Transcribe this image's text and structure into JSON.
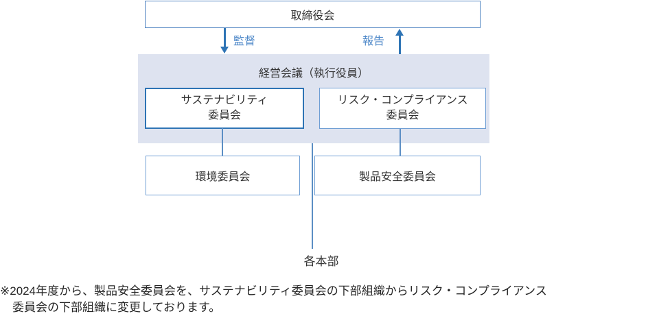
{
  "diagram": {
    "board": {
      "label": "取締役会"
    },
    "flows": {
      "supervision": "監督",
      "report": "報告"
    },
    "management_panel": {
      "title": "経営会議（執行役員）",
      "committees": [
        {
          "line1": "サステナビリティ",
          "line2": "委員会"
        },
        {
          "line1": "リスク・コンプライアンス",
          "line2": "委員会"
        }
      ]
    },
    "sub_committees": [
      {
        "label": "環境委員会"
      },
      {
        "label": "製品安全委員会"
      }
    ],
    "divisions": {
      "label": "各本部"
    }
  },
  "footnote": {
    "line1": "※2024年度から、製品安全委員会を、サステナビリティ委員会の下部組織からリスク・コンプライアンス",
    "line2": "委員会の下部組織に変更しております。"
  },
  "colors": {
    "panel_background": "#dee3f0",
    "strong_border": "#2e74b5",
    "normal_border": "#6f9ed4",
    "board_border": "#4d82c0",
    "arrow": "#2e74b5",
    "flow_label": "#4c87c8",
    "connector": "#5b8ec4",
    "text": "#333333",
    "footnote_text": "#262626"
  }
}
